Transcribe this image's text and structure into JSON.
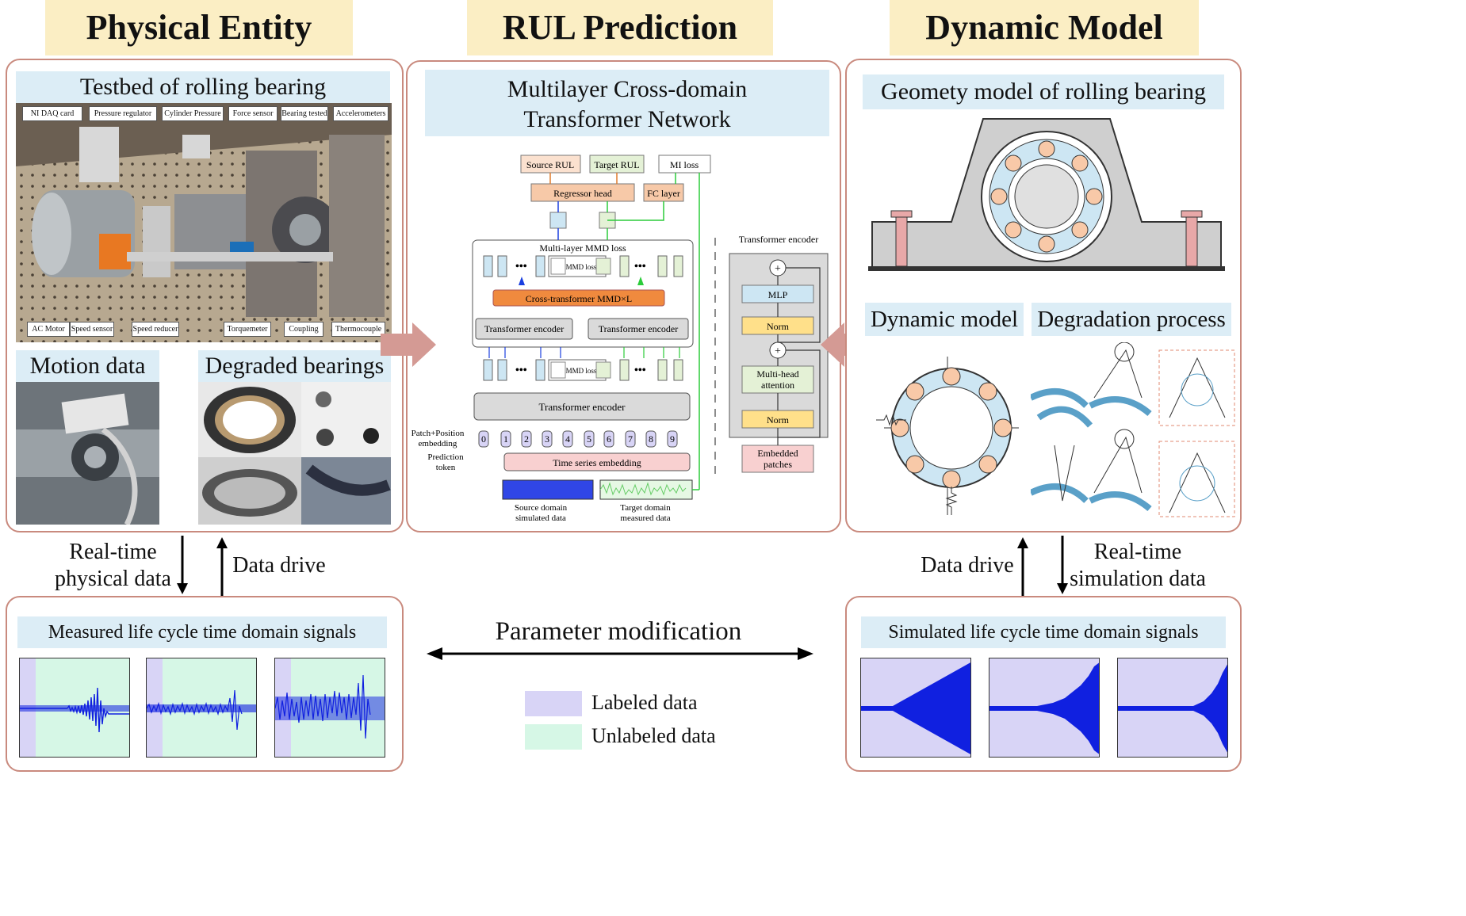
{
  "headers": {
    "physical": "Physical Entity",
    "rul": "RUL Prediction",
    "dynamic": "Dynamic Model"
  },
  "physical": {
    "testbed_title": "Testbed of rolling bearing",
    "callouts_top": [
      "NI DAQ card",
      "Pressure regulator",
      "Cylinder Pressure",
      "Force sensor",
      "Bearing tested",
      "Accelerometers"
    ],
    "callouts_bottom": [
      "AC Motor",
      "Speed sensor",
      "Speed reducer",
      "Torquemeter",
      "Coupling",
      "Thermocouple"
    ],
    "motion_title": "Motion data",
    "degraded_title": "Degraded bearings"
  },
  "rul": {
    "title_line1": "Multilayer Cross-domain",
    "title_line2": "Transformer Network",
    "source_rul": "Source RUL",
    "target_rul": "Target RUL",
    "mi_loss": "MI loss",
    "regressor_head": "Regressor  head",
    "fc_layer": "FC layer",
    "multilayer_mmd": "Multi-layer MMD loss",
    "mmd_loss": "MMD loss",
    "cross_transformer": "Cross-transformer MMD×L",
    "transformer_encoder": "Transformer encoder",
    "patch_position_1": "Patch+Position",
    "patch_position_2": "embedding",
    "prediction_token_1": "Prediction",
    "prediction_token_2": "token",
    "time_series_embedding": "Time series embedding",
    "tokens": [
      "0",
      "1",
      "2",
      "3",
      "4",
      "5",
      "6",
      "7",
      "8",
      "9"
    ],
    "source_domain_1": "Source domain",
    "source_domain_2": "simulated data",
    "target_domain_1": "Target domain",
    "target_domain_2": "measured data",
    "enc_detail_title": "Transformer encoder",
    "mlp": "MLP",
    "norm": "Norm",
    "mha_1": "Multi-head",
    "mha_2": "attention",
    "embedded_1": "Embedded",
    "embedded_2": "patches"
  },
  "dynamic": {
    "geometry_title": "Geomety model of rolling bearing",
    "dynamic_model_title": "Dynamic model",
    "degradation_title": "Degradation process"
  },
  "flow": {
    "realtime_physical_1": "Real-time",
    "realtime_physical_2": "physical data",
    "data_drive_left": "Data drive",
    "data_drive_right": "Data drive",
    "realtime_sim_1": "Real-time",
    "realtime_sim_2": "simulation data",
    "parameter_modification": "Parameter modification"
  },
  "signals": {
    "measured_title": "Measured life cycle time domain signals",
    "simulated_title": "Simulated life cycle time domain signals"
  },
  "legend": {
    "labeled": "Labeled data",
    "unlabeled": "Unlabeled data"
  },
  "colors": {
    "header_bg": "#fbeec4",
    "label_bg": "#dcedf6",
    "panel_border": "#c98a7e",
    "labeled": "#d8d4f6",
    "unlabeled": "#d6f7e6",
    "signal": "#1020e0",
    "orange_block": "#f7c9a8",
    "cross_block": "#f08a3e"
  }
}
